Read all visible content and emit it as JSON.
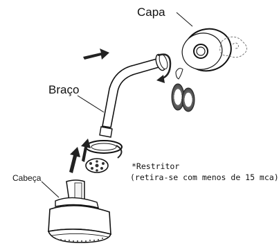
{
  "labels": {
    "capa": "Capa",
    "braco": "Braço",
    "cabeca": "Cabeça",
    "restritor": "*Restritor",
    "restritor_note": "(retira-se com menos de 15 mca)"
  }
}
